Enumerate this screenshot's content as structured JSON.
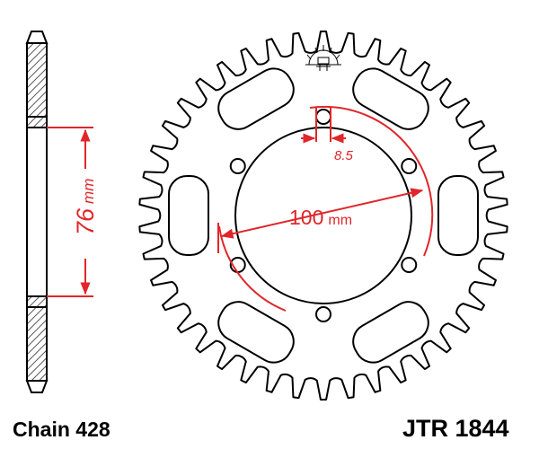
{
  "sprocket": {
    "teeth": 42,
    "part_number": "JTR 1844",
    "chain_label": "Chain 428"
  },
  "dimensions": {
    "pcd_value": "100",
    "pcd_unit": "mm",
    "bolt_hole_value": "8.5",
    "width_value": "76",
    "width_unit": "mm"
  },
  "colors": {
    "outline": "#000000",
    "dimension": "#e0262b",
    "hatch_fill": "#9a9a9a",
    "background": "#ffffff"
  }
}
